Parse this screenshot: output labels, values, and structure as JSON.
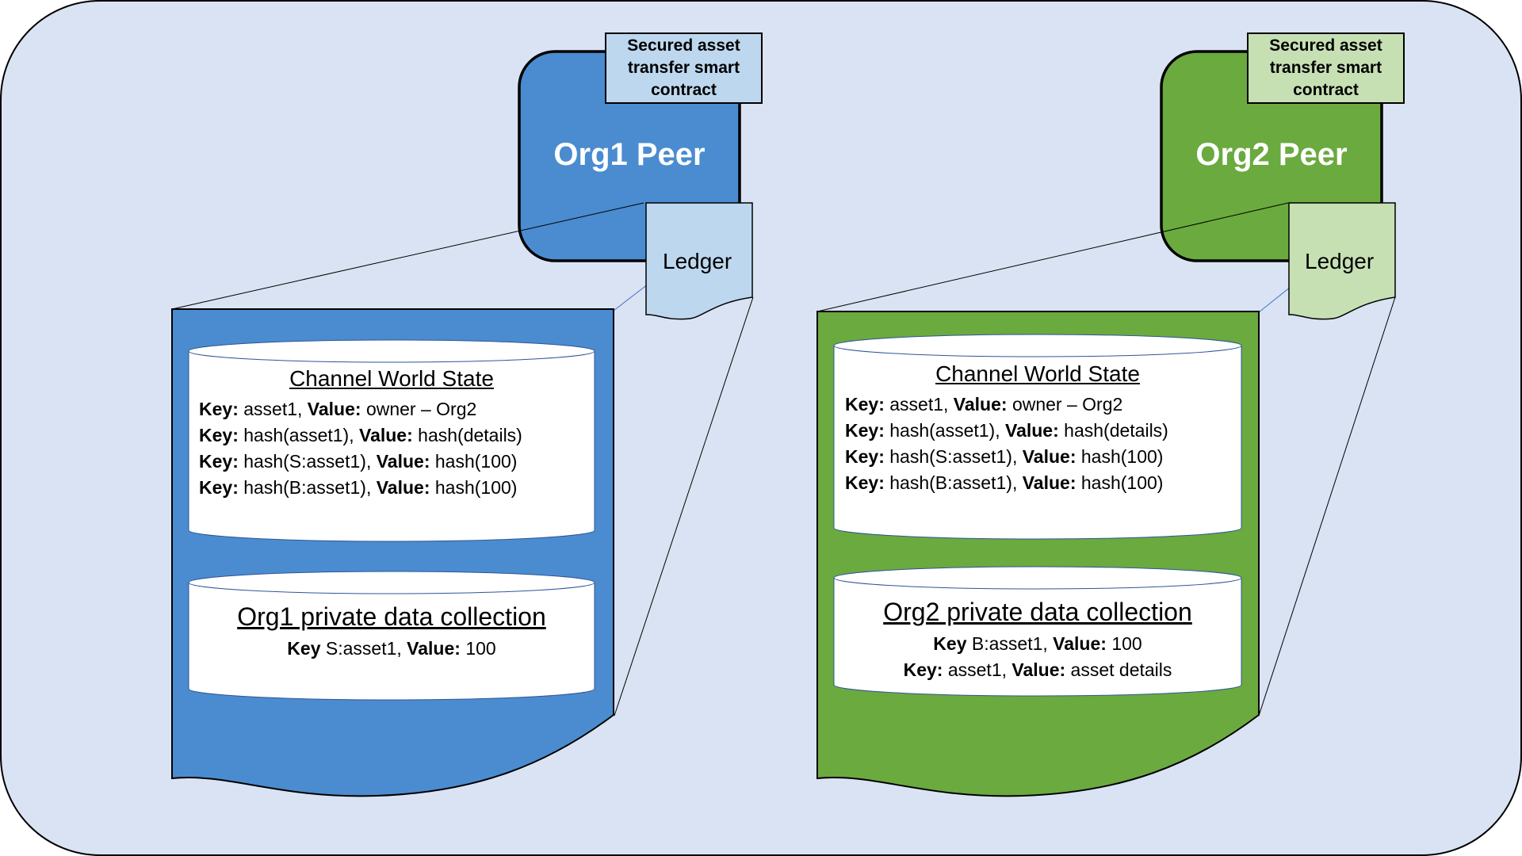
{
  "colors": {
    "background": "#dae3f3",
    "frame_border": "#000000",
    "org1_fill": "#4a8ccf",
    "org1_light": "#bdd7ee",
    "org2_fill": "#6aaa3f",
    "org2_light": "#c6e0b4",
    "database_fill": "#ffffff",
    "connector_line": "#4472c4"
  },
  "orgs": [
    {
      "id": "org1",
      "smart_contract_label": "Secured asset transfer smart contract",
      "peer_title": "Org1 Peer",
      "ledger_label": "Ledger",
      "world_state": {
        "title": "Channel World State",
        "rows": [
          {
            "key_label": "Key:",
            "key": " asset1, ",
            "value_label": "Value:",
            "value": " owner – Org2"
          },
          {
            "key_label": "Key:",
            "key": " hash(asset1), ",
            "value_label": "Value:",
            "value": " hash(details)"
          },
          {
            "key_label": "Key:",
            "key": " hash(S:asset1), ",
            "value_label": "Value:",
            "value": " hash(100)"
          },
          {
            "key_label": "Key:",
            "key": " hash(B:asset1), ",
            "value_label": "Value:",
            "value": " hash(100)"
          }
        ]
      },
      "private_collection": {
        "title": "Org1 private data collection",
        "rows": [
          {
            "key_label": "Key",
            "key": " S:asset1, ",
            "value_label": "Value:",
            "value": " 100"
          }
        ]
      }
    },
    {
      "id": "org2",
      "smart_contract_label": "Secured asset transfer smart contract",
      "peer_title": "Org2 Peer",
      "ledger_label": "Ledger",
      "world_state": {
        "title": "Channel World State",
        "rows": [
          {
            "key_label": "Key:",
            "key": " asset1, ",
            "value_label": "Value:",
            "value": " owner – Org2"
          },
          {
            "key_label": "Key:",
            "key": " hash(asset1), ",
            "value_label": "Value:",
            "value": " hash(details)"
          },
          {
            "key_label": "Key:",
            "key": " hash(S:asset1), ",
            "value_label": "Value:",
            "value": " hash(100)"
          },
          {
            "key_label": "Key:",
            "key": " hash(B:asset1), ",
            "value_label": "Value:",
            "value": " hash(100)"
          }
        ]
      },
      "private_collection": {
        "title": "Org2 private data collection",
        "rows": [
          {
            "key_label": "Key",
            "key": " B:asset1, ",
            "value_label": "Value:",
            "value": " 100"
          },
          {
            "key_label": "Key:",
            "key": " asset1, ",
            "value_label": "Value:",
            "value": " asset details"
          }
        ]
      }
    }
  ]
}
